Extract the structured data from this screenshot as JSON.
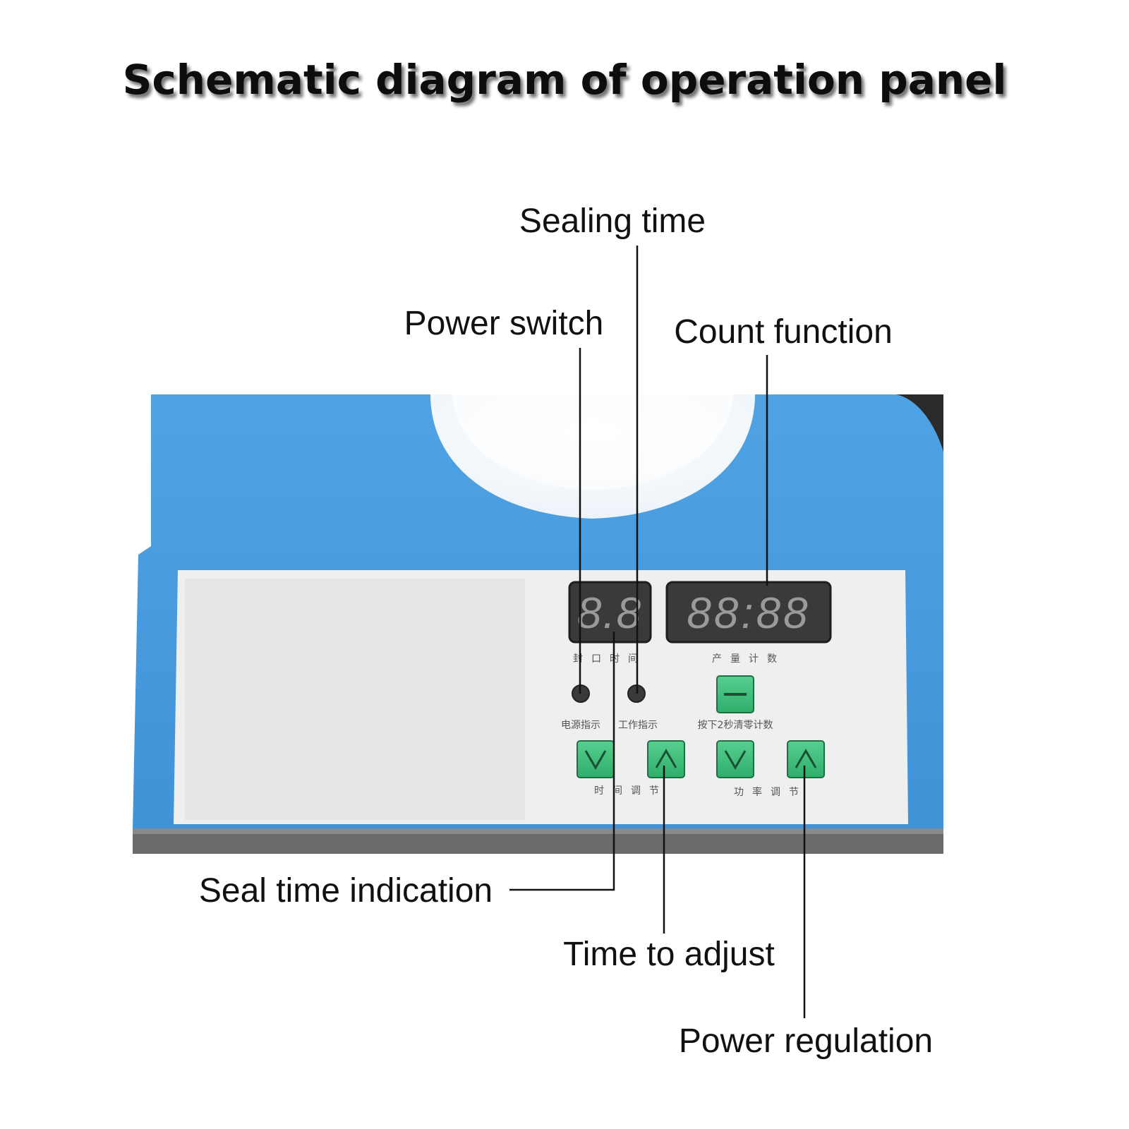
{
  "title": "Schematic diagram of operation panel",
  "callouts": {
    "sealing_time": "Sealing time",
    "power_switch": "Power switch",
    "count_function": "Count function",
    "seal_time_indication": "Seal time indication",
    "time_to_adjust": "Time to adjust",
    "power_regulation": "Power regulation"
  },
  "panel": {
    "seal_display": "8.8",
    "seal_display_label": "封口时间",
    "count_display": "88:88",
    "count_display_label": "产量计数",
    "power_led_label": "电源指示",
    "work_led_label": "工作指示",
    "reset_label": "按下2秒清零计数",
    "time_adjust_label": "时间调节",
    "power_adjust_label": "功率调节"
  },
  "colors": {
    "housing_blue": "#4a9ee0",
    "button_green": "#3cb878",
    "display_bg": "#3a3a3a",
    "display_digits": "#9a9a9a",
    "faceplate": "#f0f0f0"
  }
}
